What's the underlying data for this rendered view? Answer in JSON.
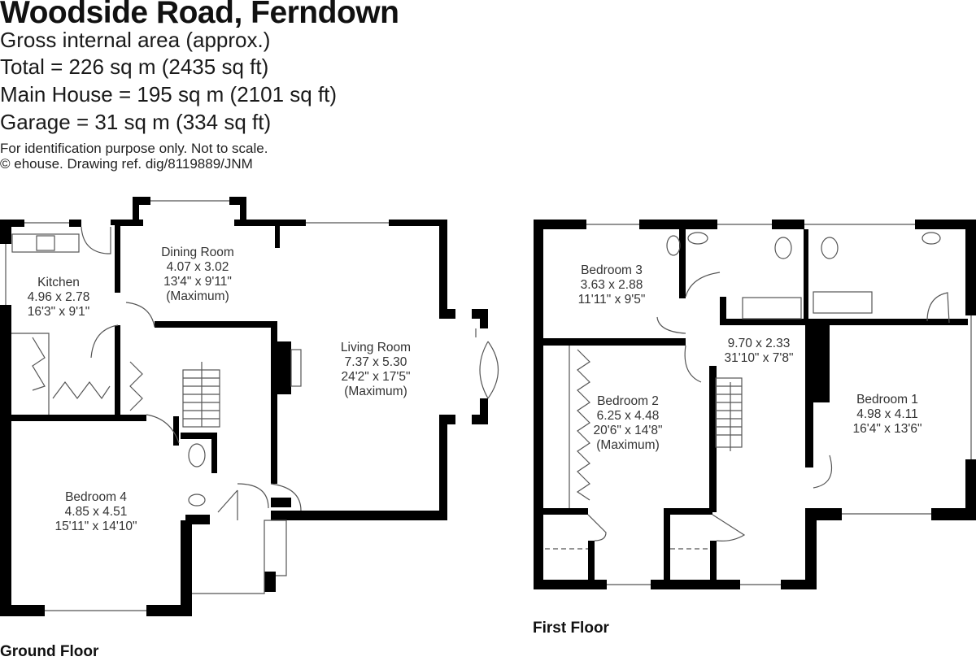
{
  "header": {
    "title": "Woodside Road, Ferndown",
    "area_heading": "Gross internal area (approx.)",
    "total": "Total = 226 sq m (2435 sq ft)",
    "main_house": "Main House = 195 sq m (2101 sq ft)",
    "garage": "Garage = 31 sq m (334 sq ft)",
    "disclaimer": "For identification purpose only. Not to scale.",
    "copyright": "© ehouse. Drawing ref. dig/8119889/JNM"
  },
  "ground_floor": {
    "label": "Ground Floor",
    "rooms": [
      {
        "name": "Kitchen",
        "metric": "4.96 x 2.78",
        "imperial": "16'3\" x 9'1\"",
        "note": ""
      },
      {
        "name": "Dining Room",
        "metric": "4.07 x 3.02",
        "imperial": "13'4\" x 9'11\"",
        "note": "(Maximum)"
      },
      {
        "name": "Living Room",
        "metric": "7.37 x 5.30",
        "imperial": "24'2\" x 17'5\"",
        "note": "(Maximum)"
      },
      {
        "name": "Bedroom 4",
        "metric": "4.85 x 4.51",
        "imperial": "15'11\" x 14'10\"",
        "note": ""
      }
    ]
  },
  "first_floor": {
    "label": "First Floor",
    "rooms": [
      {
        "name": "Bedroom 3",
        "metric": "3.63 x 2.88",
        "imperial": "11'11\" x 9'5\"",
        "note": ""
      },
      {
        "name": "",
        "metric": "9.70 x 2.33",
        "imperial": "31'10\" x 7'8\"",
        "note": ""
      },
      {
        "name": "Bedroom 2",
        "metric": "6.25 x 4.48",
        "imperial": "20'6\" x 14'8\"",
        "note": "(Maximum)"
      },
      {
        "name": "Bedroom 1",
        "metric": "4.98 x 4.11",
        "imperial": "16'4\" x 13'6\"",
        "note": ""
      }
    ]
  },
  "colors": {
    "wall": "#000000",
    "fixture": "#555555",
    "background": "#ffffff"
  }
}
